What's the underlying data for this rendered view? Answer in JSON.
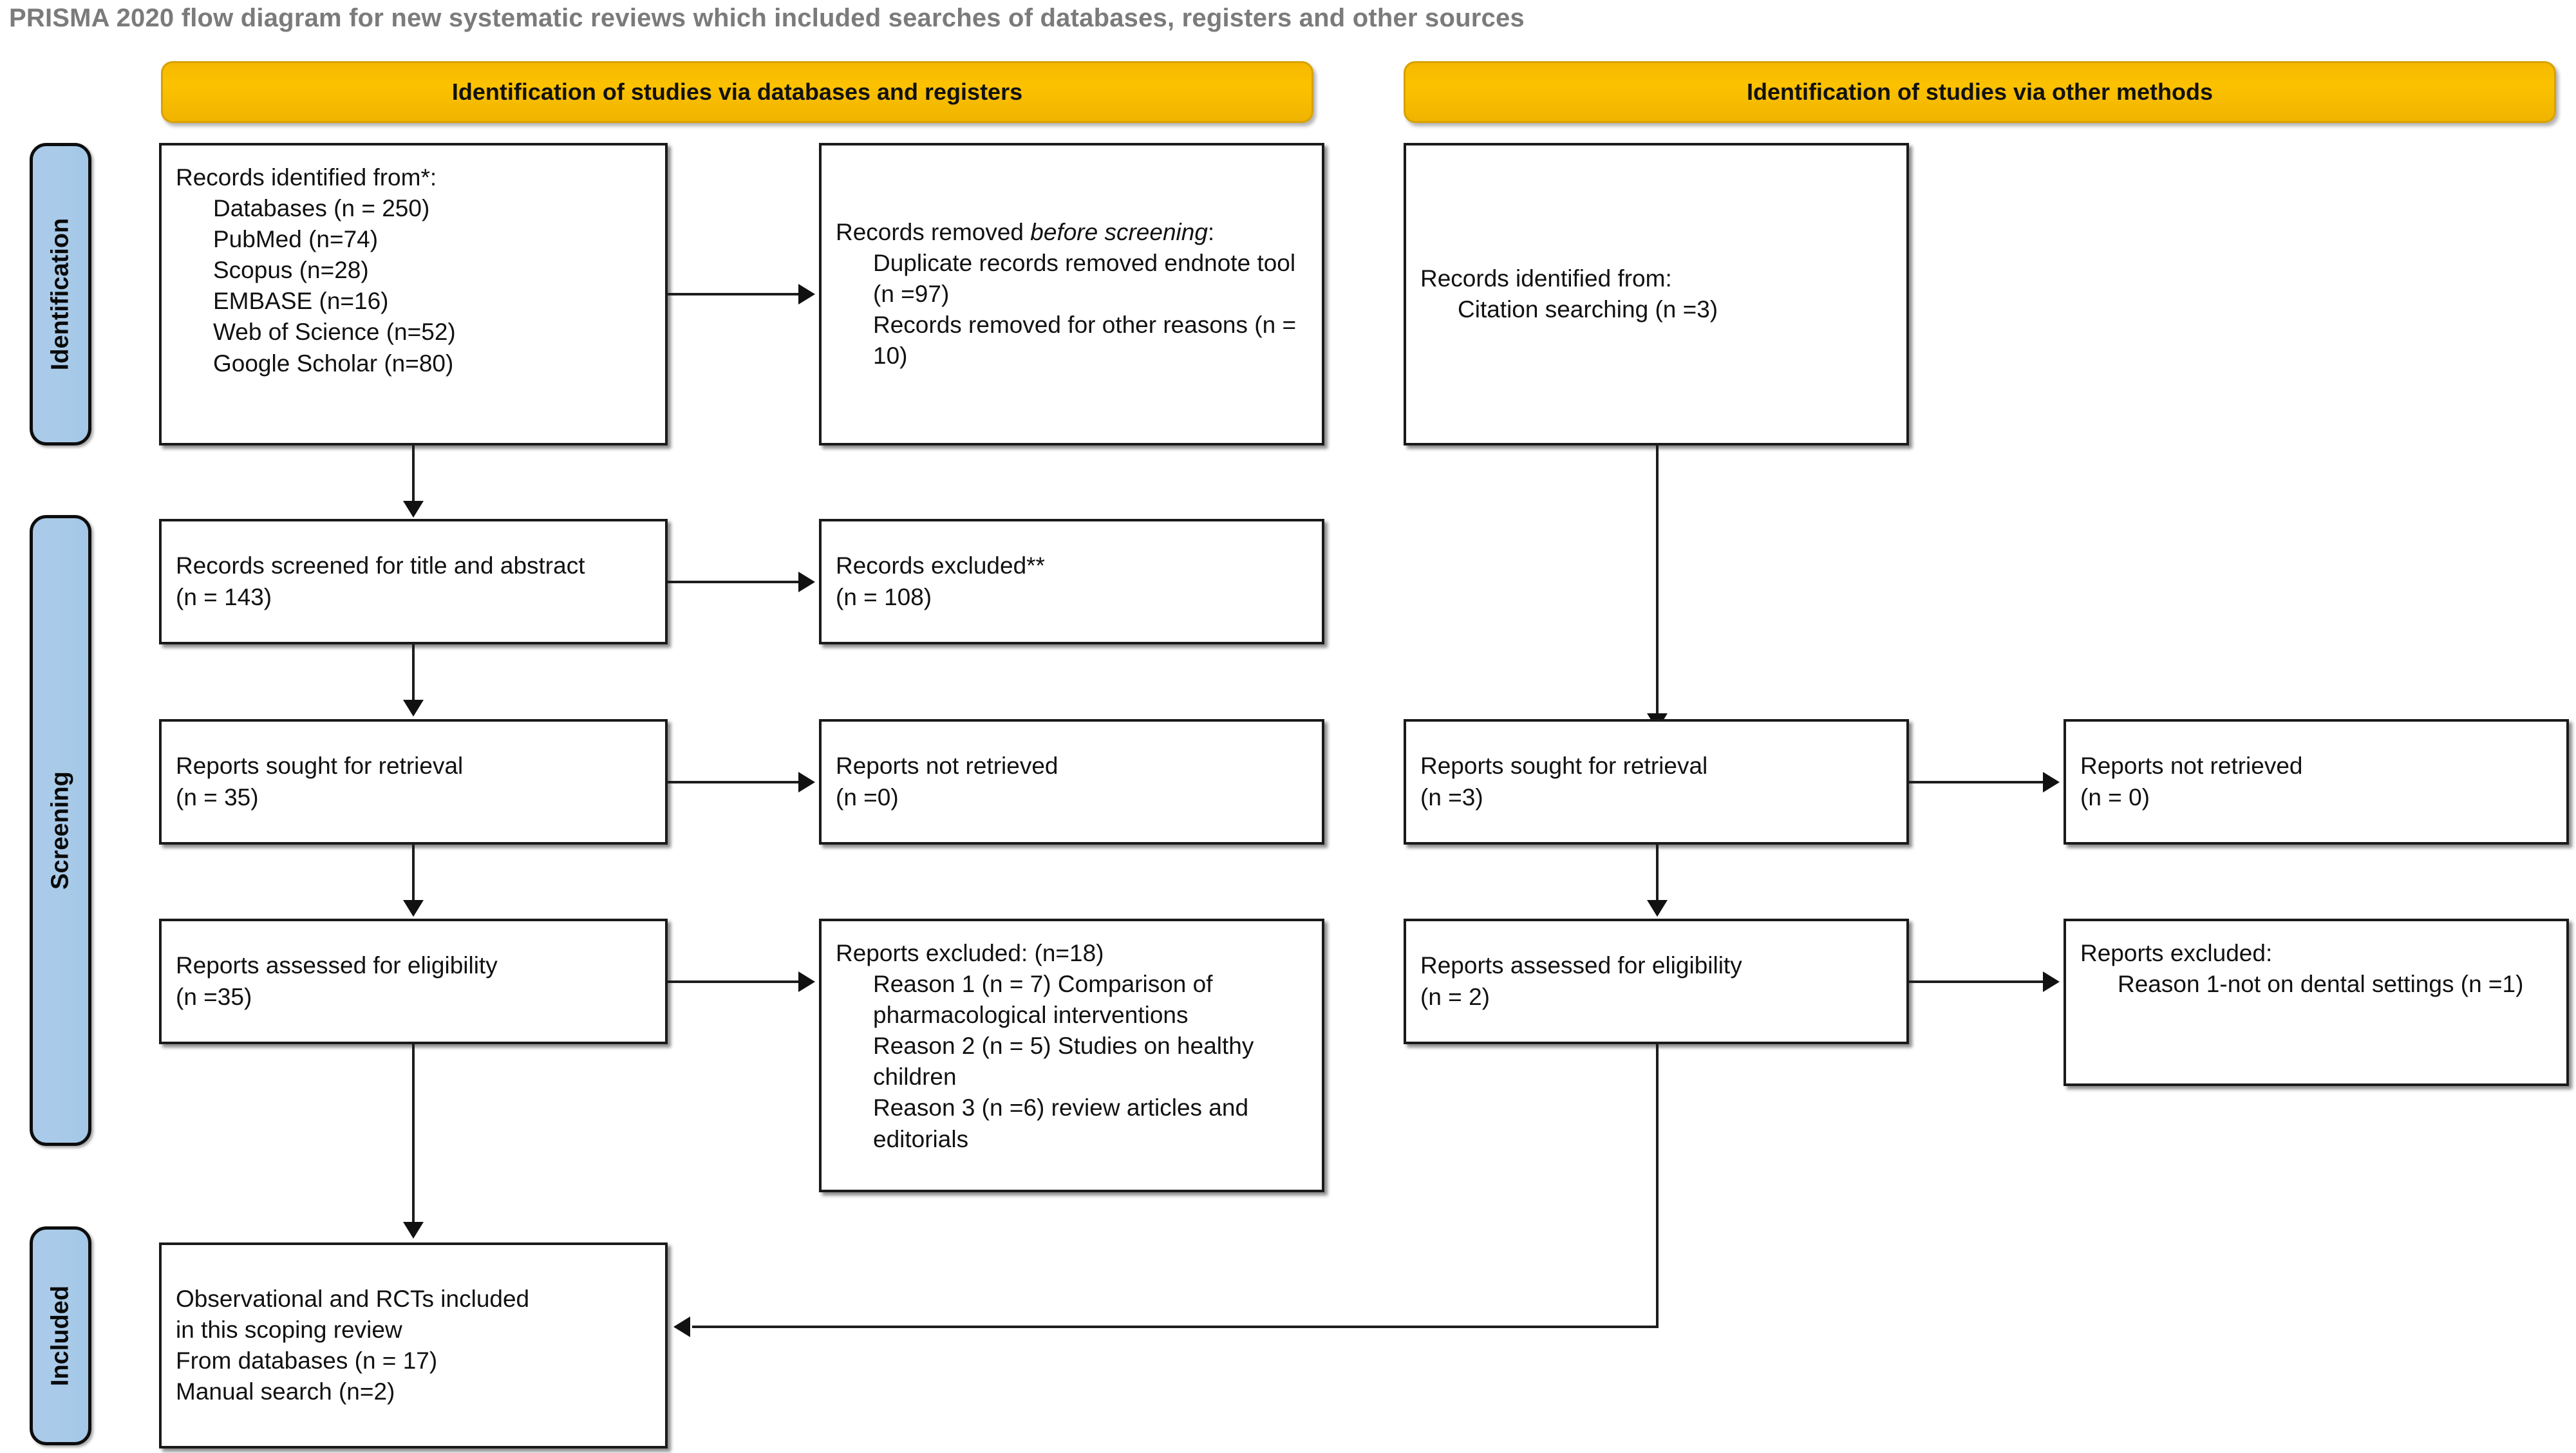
{
  "title": "PRISMA 2020 flow diagram for new systematic reviews which included searches of databases, registers and other sources",
  "phases": [
    {
      "id": "identification",
      "label": "Identification"
    },
    {
      "id": "screening",
      "label": "Screening"
    },
    {
      "id": "included",
      "label": "Included"
    }
  ],
  "banners": {
    "left": "Identification of studies via databases and registers",
    "right": "Identification of studies via other methods"
  },
  "boxes": {
    "records_identified": {
      "heading": "Records identified from*:",
      "items": [
        "Databases (n = 250)",
        "PubMed (n=74)",
        "Scopus (n=28)",
        "EMBASE (n=16)",
        "Web of Science (n=52)",
        "Google Scholar (n=80)"
      ]
    },
    "records_removed": {
      "heading_plain": "Records removed ",
      "heading_italic": "before screening",
      "heading_colon": ":",
      "items": [
        "Duplicate records removed endnote tool (n =97)",
        "Records removed for other reasons (n = 10)"
      ]
    },
    "records_screened": {
      "line1": "Records screened for title and abstract",
      "line2": "(n = 143)"
    },
    "records_excluded": {
      "line1": "Records excluded**",
      "line2": "(n = 108)"
    },
    "reports_sought_left": {
      "line1": "Reports sought for retrieval",
      "line2": "(n = 35)"
    },
    "reports_not_retrieved_left": {
      "line1": "Reports not retrieved",
      "line2": "(n =0)"
    },
    "reports_assessed_left": {
      "line1": "Reports assessed for eligibility",
      "line2": "(n =35)"
    },
    "reports_excluded_left": {
      "heading": "Reports excluded: (n=18)",
      "items": [
        "Reason 1 (n = 7) Comparison of pharmacological interventions",
        "Reason 2 (n = 5) Studies on healthy children",
        "Reason 3 (n =6) review articles and editorials"
      ]
    },
    "records_identified_other": {
      "heading": "Records identified from:",
      "items": [
        "Citation searching (n =3)"
      ]
    },
    "reports_sought_right": {
      "line1": "Reports sought for retrieval",
      "line2": "(n =3)"
    },
    "reports_not_retrieved_right": {
      "line1": "Reports not retrieved",
      "line2": "(n = 0)"
    },
    "reports_assessed_right": {
      "line1": "Reports assessed for eligibility",
      "line2": "(n = 2)"
    },
    "reports_excluded_right": {
      "heading": "Reports excluded:",
      "items": [
        "Reason 1-not on dental settings (n =1)"
      ]
    },
    "included_studies": {
      "line1": "Observational and RCTs included",
      "line2": "in this scoping review",
      "line3": "From databases (n = 17)",
      "line4": "Manual search (n=2)"
    }
  },
  "colors": {
    "banner_yellow": "#fcc200",
    "phase_blue": "#a9cbe9",
    "title_grey": "#7b7b7b",
    "box_border": "#1a1a1a"
  }
}
